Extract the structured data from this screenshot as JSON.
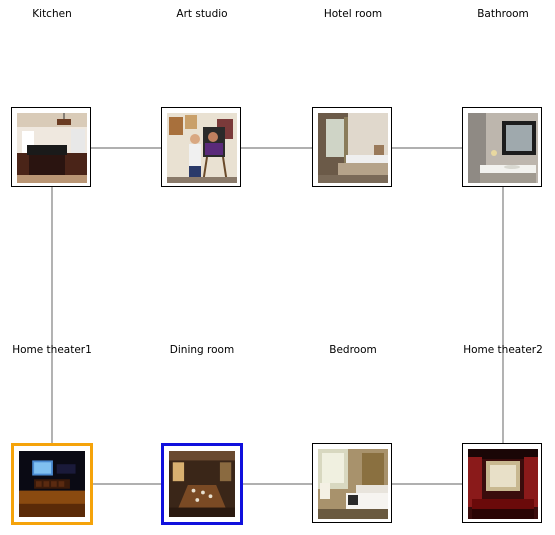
{
  "rooms": [
    {
      "id": "kitchen",
      "label": "Kitchen",
      "icon": "kitchen-photo",
      "highlight": null
    },
    {
      "id": "art-studio",
      "label": "Art studio",
      "icon": "art-studio-photo",
      "highlight": null
    },
    {
      "id": "hotel-room",
      "label": "Hotel room",
      "icon": "hotel-room-photo",
      "highlight": null
    },
    {
      "id": "bathroom",
      "label": "Bathroom",
      "icon": "bathroom-photo",
      "highlight": null
    },
    {
      "id": "home-theater1",
      "label": "Home theater1",
      "icon": "home-theater-photo",
      "highlight": "#f5a30a"
    },
    {
      "id": "dining-room",
      "label": "Dining room",
      "icon": "dining-room-photo",
      "highlight": "#1010dd"
    },
    {
      "id": "bedroom",
      "label": "Bedroom",
      "icon": "bedroom-photo",
      "highlight": null
    },
    {
      "id": "home-theater2",
      "label": "Home theater2",
      "icon": "home-theater-photo-2",
      "highlight": null
    }
  ],
  "edges": [
    [
      "kitchen",
      "art-studio"
    ],
    [
      "art-studio",
      "hotel-room"
    ],
    [
      "hotel-room",
      "bathroom"
    ],
    [
      "kitchen",
      "home-theater1"
    ],
    [
      "bathroom",
      "home-theater2"
    ],
    [
      "home-theater1",
      "dining-room"
    ],
    [
      "dining-room",
      "bedroom"
    ],
    [
      "bedroom",
      "home-theater2"
    ]
  ],
  "colors": {
    "edge": "#808080",
    "frame": "#000000",
    "highlight_orange": "#f5a30a",
    "highlight_blue": "#1010dd"
  }
}
